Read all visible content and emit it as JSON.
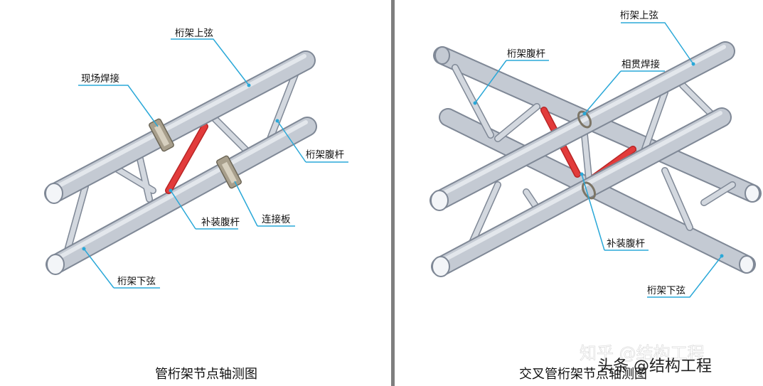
{
  "left": {
    "caption": "管桁架节点轴测图",
    "labels": {
      "top_chord": "桁架上弦",
      "field_weld": "现场焊接",
      "web_member": "桁架腹杆",
      "added_web": "补装腹杆",
      "connection_plate": "连接板",
      "bottom_chord": "桁架下弦"
    }
  },
  "right": {
    "caption": "交叉管桁架节点轴测图",
    "labels": {
      "top_chord": "桁架上弦",
      "web_member": "桁架腹杆",
      "intersect_weld": "相贯焊接",
      "added_web": "补装腹杆",
      "bottom_chord": "桁架下弦"
    }
  },
  "watermark": {
    "site": "知乎 @结构工程",
    "source": "头条 @结构工程"
  },
  "colors": {
    "tube": "#c4cad3",
    "tube_edge": "#7f8896",
    "highlight": "#e23b3b",
    "leader": "#2aa8d8",
    "underline": "#2aa8d8",
    "divider": "#7f7f7f"
  }
}
